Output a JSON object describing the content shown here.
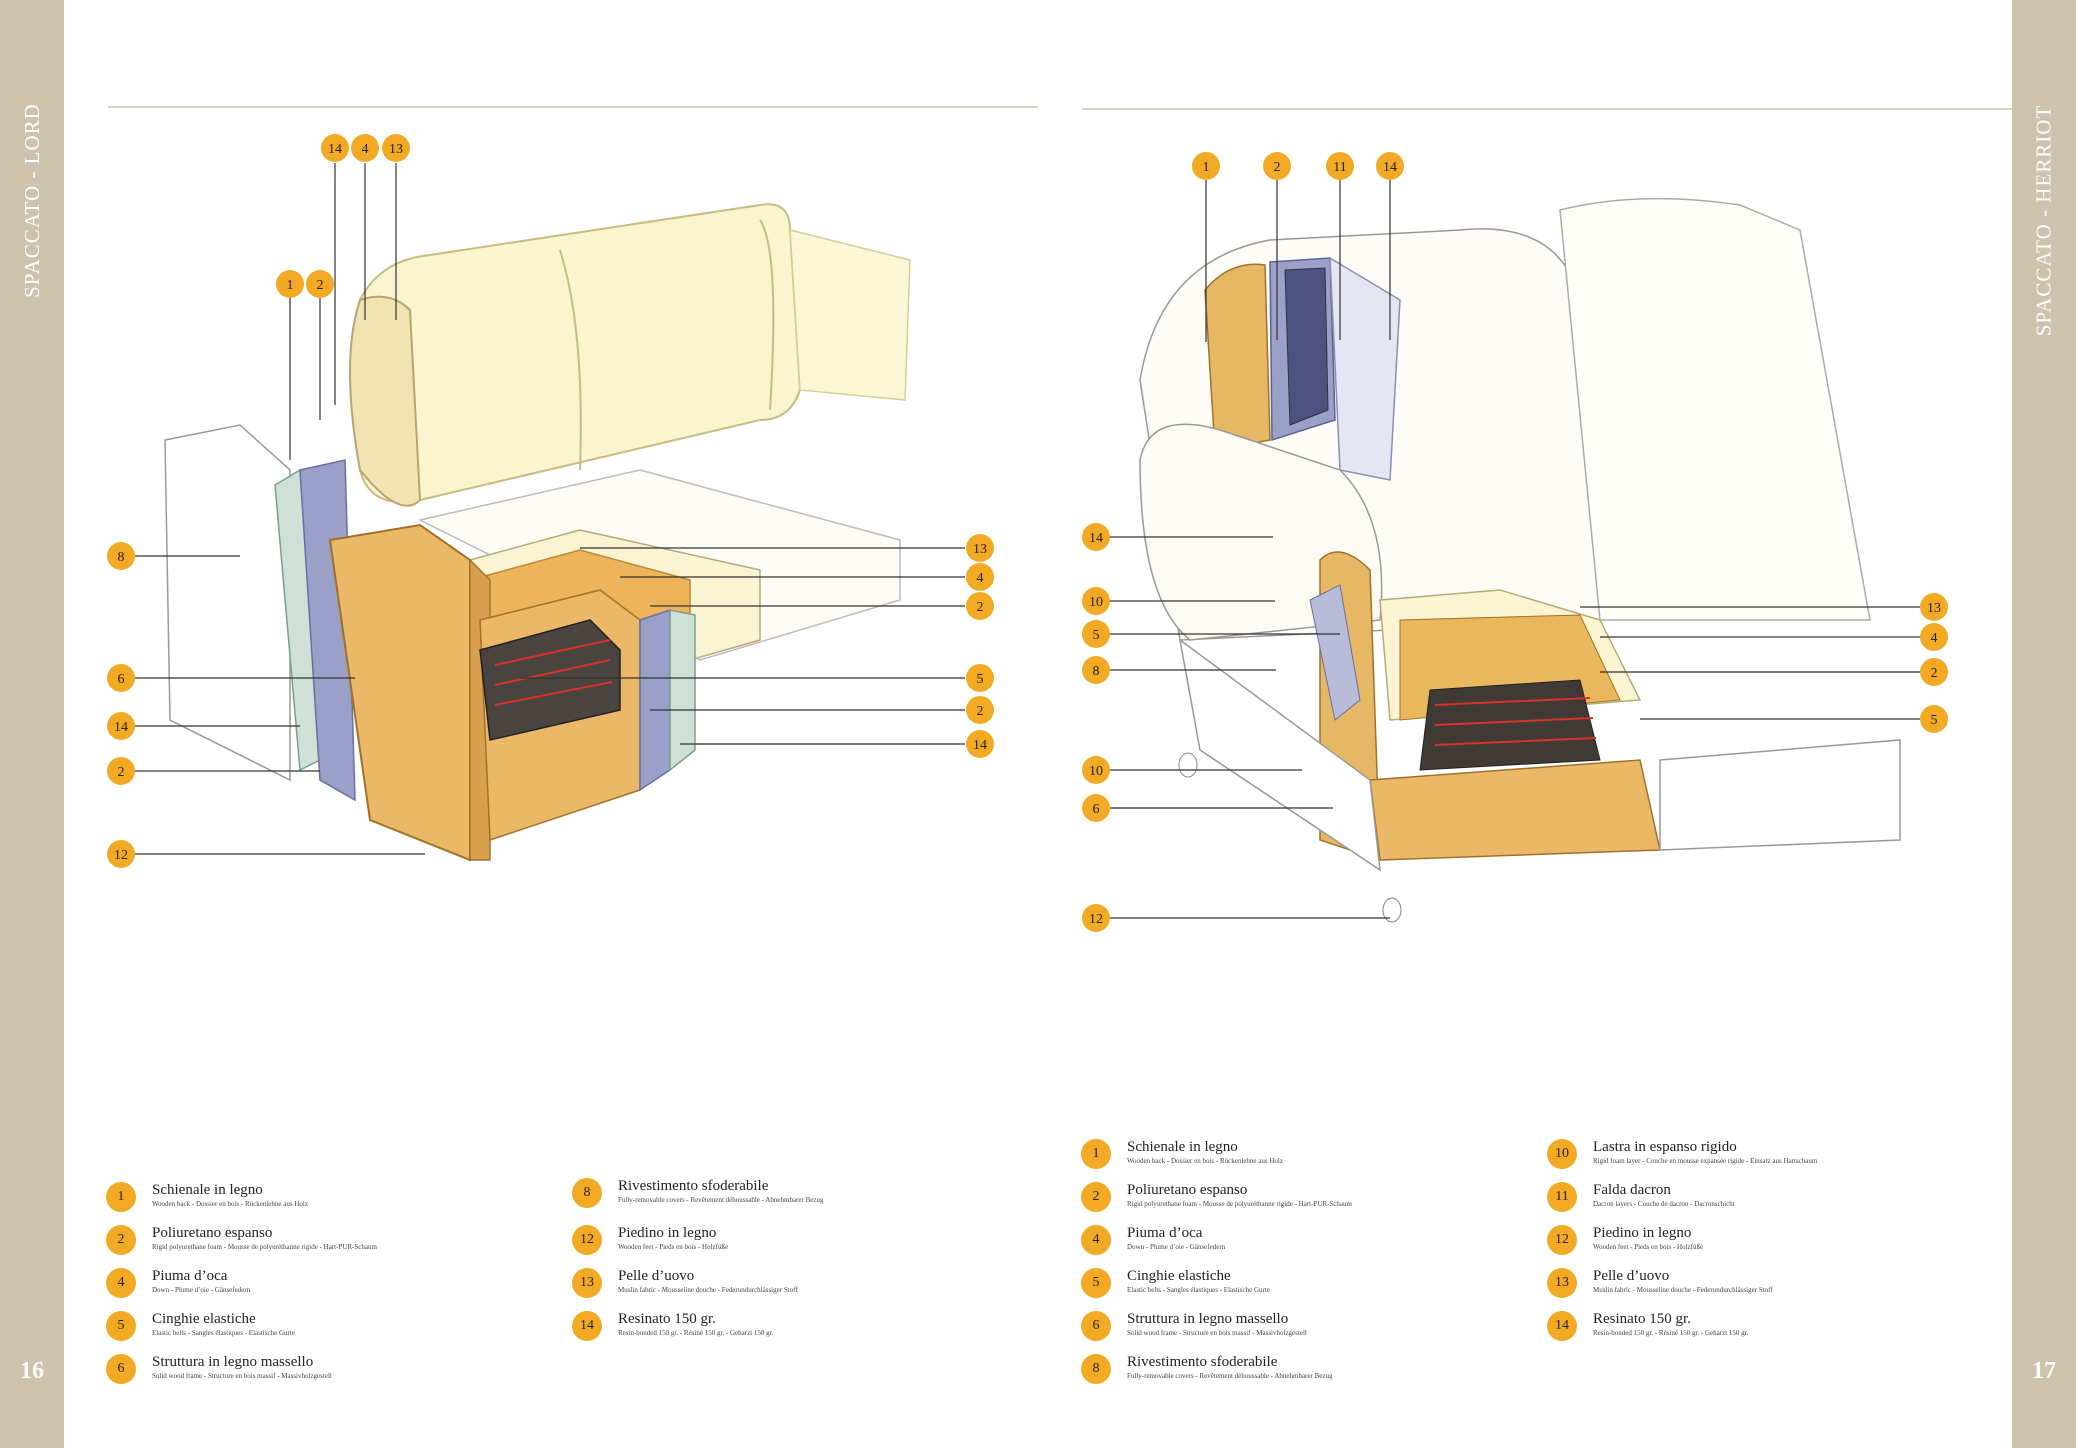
{
  "left_page": {
    "title": "SPACCATO - LORD",
    "page_number": "16",
    "callouts": [
      "14",
      "4",
      "13",
      "1",
      "2",
      "8",
      "13",
      "4",
      "2",
      "6",
      "5",
      "2",
      "14",
      "14",
      "2",
      "12"
    ],
    "legend": [
      {
        "num": "1",
        "title": "Schienale in legno",
        "sub": "Wooden back - Dossier en bois - Rückenlehne aus Holz"
      },
      {
        "num": "2",
        "title": "Poliuretano espanso",
        "sub": "Rigid polyurethane foam - Mousse de polyuréthanne rigide - Hart-PUR-Schaum"
      },
      {
        "num": "4",
        "title": "Piuma d’oca",
        "sub": "Down - Plume d’oie - Gänsefedern"
      },
      {
        "num": "5",
        "title": "Cinghie elastiche",
        "sub": "Elastic belts - Sangles élastiques - Elastische Gurte"
      },
      {
        "num": "6",
        "title": "Struttura in legno massello",
        "sub": "Solid wood frame - Structure en bois massif - Massivholzgestell"
      },
      {
        "num": "8",
        "title": "Rivestimento sfoderabile",
        "sub": "Fully-removable covers - Revêtement déhoussable - Abnehmbarer Bezug"
      },
      {
        "num": "12",
        "title": "Piedino in legno",
        "sub": "Wooden feet - Pieds en bois - Holzfüße"
      },
      {
        "num": "13",
        "title": "Pelle d’uovo",
        "sub": "Muslin fabric - Mousseline douche - Federundurchlässiger Stoff"
      },
      {
        "num": "14",
        "title": "Resinato 150 gr.",
        "sub": "Resin-bonded 150 gr. - Résiné 150 gr. - Geharzt 150 gr."
      }
    ]
  },
  "right_page": {
    "title": "SPACCATO - HERRIOT",
    "page_number": "17",
    "callouts": [
      "1",
      "2",
      "11",
      "14",
      "14",
      "10",
      "5",
      "8",
      "10",
      "6",
      "12",
      "13",
      "4",
      "2",
      "5"
    ],
    "legend": [
      {
        "num": "1",
        "title": "Schienale in legno",
        "sub": "Wooden back - Dossier en bois - Rückenlehne aus Holz"
      },
      {
        "num": "2",
        "title": "Poliuretano espanso",
        "sub": "Rigid polyurethane foam - Mousse de polyuréthanne rigide - Hart-PUR-Schaum"
      },
      {
        "num": "4",
        "title": "Piuma d’oca",
        "sub": "Down - Plume d’oie - Gänsefedern"
      },
      {
        "num": "5",
        "title": "Cinghie elastiche",
        "sub": "Elastic belts - Sangles élastiques - Elastische Gurte"
      },
      {
        "num": "6",
        "title": "Struttura in legno massello",
        "sub": "Solid wood frame - Structure en bois massif - Massivholzgestell"
      },
      {
        "num": "8",
        "title": "Rivestimento sfoderabile",
        "sub": "Fully-removable covers - Revêtement déhoussable - Abnehmbarer Bezug"
      },
      {
        "num": "10",
        "title": "Lastra in espanso rigido",
        "sub": "Rigid foam layer - Couche en mousse expansée rigide - Einsatz aus Hartschaum"
      },
      {
        "num": "11",
        "title": "Falda dacron",
        "sub": "Dacron layers - Couche de dacron - Dacronschicht"
      },
      {
        "num": "12",
        "title": "Piedino in legno",
        "sub": "Wooden feet - Pieds en bois - Holzfüße"
      },
      {
        "num": "13",
        "title": "Pelle d’uovo",
        "sub": "Muslin fabric - Mousseline douche - Federundurchlässiger Stoff"
      },
      {
        "num": "14",
        "title": "Resinato 150 gr.",
        "sub": "Resin-bonded 150 gr. - Résiné 150 gr. - Geharzt 150 gr."
      }
    ]
  },
  "colors": {
    "sidebar": "#cdc3ac",
    "badge": "#f2aa24",
    "wood": "#e8b86a",
    "foam_blue": "#9aa0c8",
    "cushion": "#f8f1c8"
  }
}
